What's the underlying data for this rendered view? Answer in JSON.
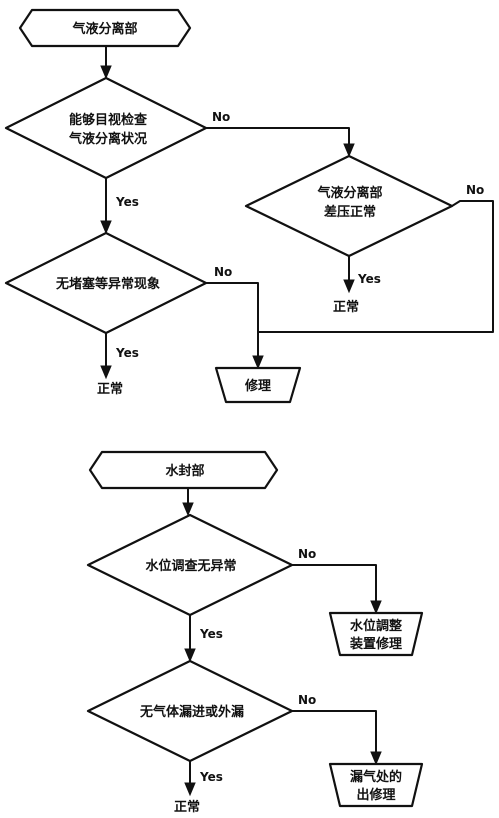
{
  "flowchart_1": {
    "start": "气液分离部",
    "decision_visual": [
      "能够目视检查",
      "气液分离状况"
    ],
    "decision_pressure": [
      "气液分离部",
      "差压正常"
    ],
    "decision_clog": "无堵塞等异常现象",
    "repair": "修理",
    "normal_pressure": "正常",
    "normal_clog": "正常",
    "yes_visual": "Yes",
    "no_visual": "No",
    "yes_pressure": "Yes",
    "no_pressure": "No",
    "yes_clog": "Yes",
    "no_clog": "No"
  },
  "flowchart_2": {
    "start": "水封部",
    "decision_level": "水位调查无异常",
    "decision_leak": "无气体漏进或外漏",
    "repair_level": [
      "水位調整",
      "装置修理"
    ],
    "repair_leak": [
      "漏气处的",
      "出修理"
    ],
    "normal": "正常",
    "yes_level": "Yes",
    "no_level": "No",
    "yes_leak": "Yes",
    "no_leak": "No"
  }
}
